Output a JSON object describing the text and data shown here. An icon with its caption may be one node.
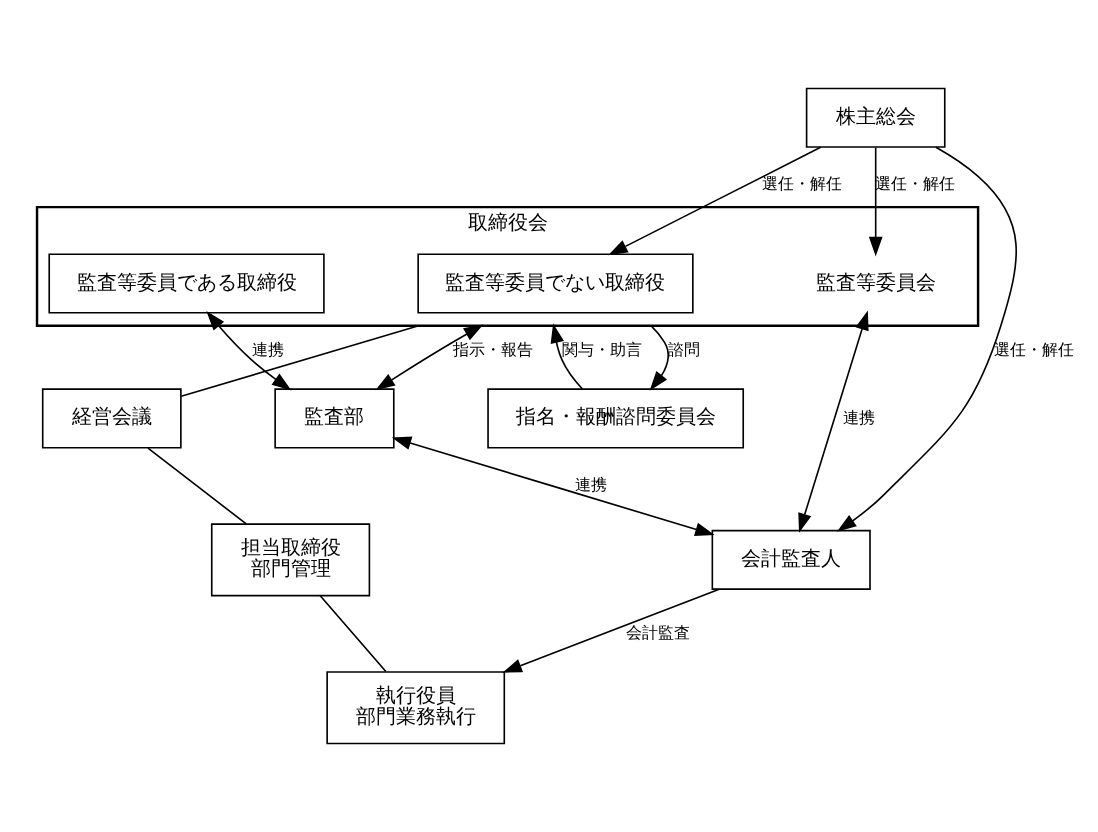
{
  "diagram": {
    "nodes": [
      {
        "text": [
          "株主総会"
        ]
      },
      {
        "text": [
          "取締役会"
        ]
      },
      {
        "text": [
          "監査等委員会"
        ],
        "in": 1
      },
      {
        "text": [
          "監査等委員でない取締役"
        ],
        "in": 1
      },
      {
        "text": [
          "監査等委員である取締役"
        ],
        "in": 1
      },
      {
        "text": [
          "会計監査人"
        ]
      },
      {
        "text": [
          "経営会議"
        ]
      },
      {
        "text": [
          "指名・報酬諮問委員会"
        ]
      },
      {
        "text": [
          "監査部"
        ]
      },
      {
        "text": [
          "担当取締役",
          "部門管理"
        ]
      },
      {
        "text": [
          "執行役員",
          "部門業務執行"
        ]
      }
    ],
    "edges": [
      {
        "from": 0,
        "to": 3,
        "arrow": "to",
        "label": "選任・解任"
      },
      {
        "from": 0,
        "to": 2,
        "arrow": "to",
        "label": "選任・解任"
      },
      {
        "from": 0,
        "to": 5,
        "arrow": "to",
        "label": "選任・解任"
      },
      {
        "from": 2,
        "to": 5,
        "arrow": "both",
        "label": "連携"
      },
      {
        "from": 1,
        "to": 7,
        "arrow": "to",
        "label": "諮問"
      },
      {
        "from": 7,
        "to": 1,
        "arrow": "to",
        "label": "関与・助言"
      },
      {
        "from": 4,
        "to": 8,
        "arrow": "both",
        "label": "連携"
      },
      {
        "from": 1,
        "to": 8,
        "arrow": "both",
        "label": "指示・報告"
      },
      {
        "from": 8,
        "to": 5,
        "arrow": "both",
        "label": "連携"
      },
      {
        "from": 1,
        "to": 6,
        "arrow": "none"
      },
      {
        "from": 6,
        "to": 9,
        "arrow": "none"
      },
      {
        "from": 9,
        "to": 10,
        "arrow": "none"
      },
      {
        "from": 5,
        "to": 10,
        "arrow": "to",
        "label": "会計監査"
      }
    ]
  }
}
